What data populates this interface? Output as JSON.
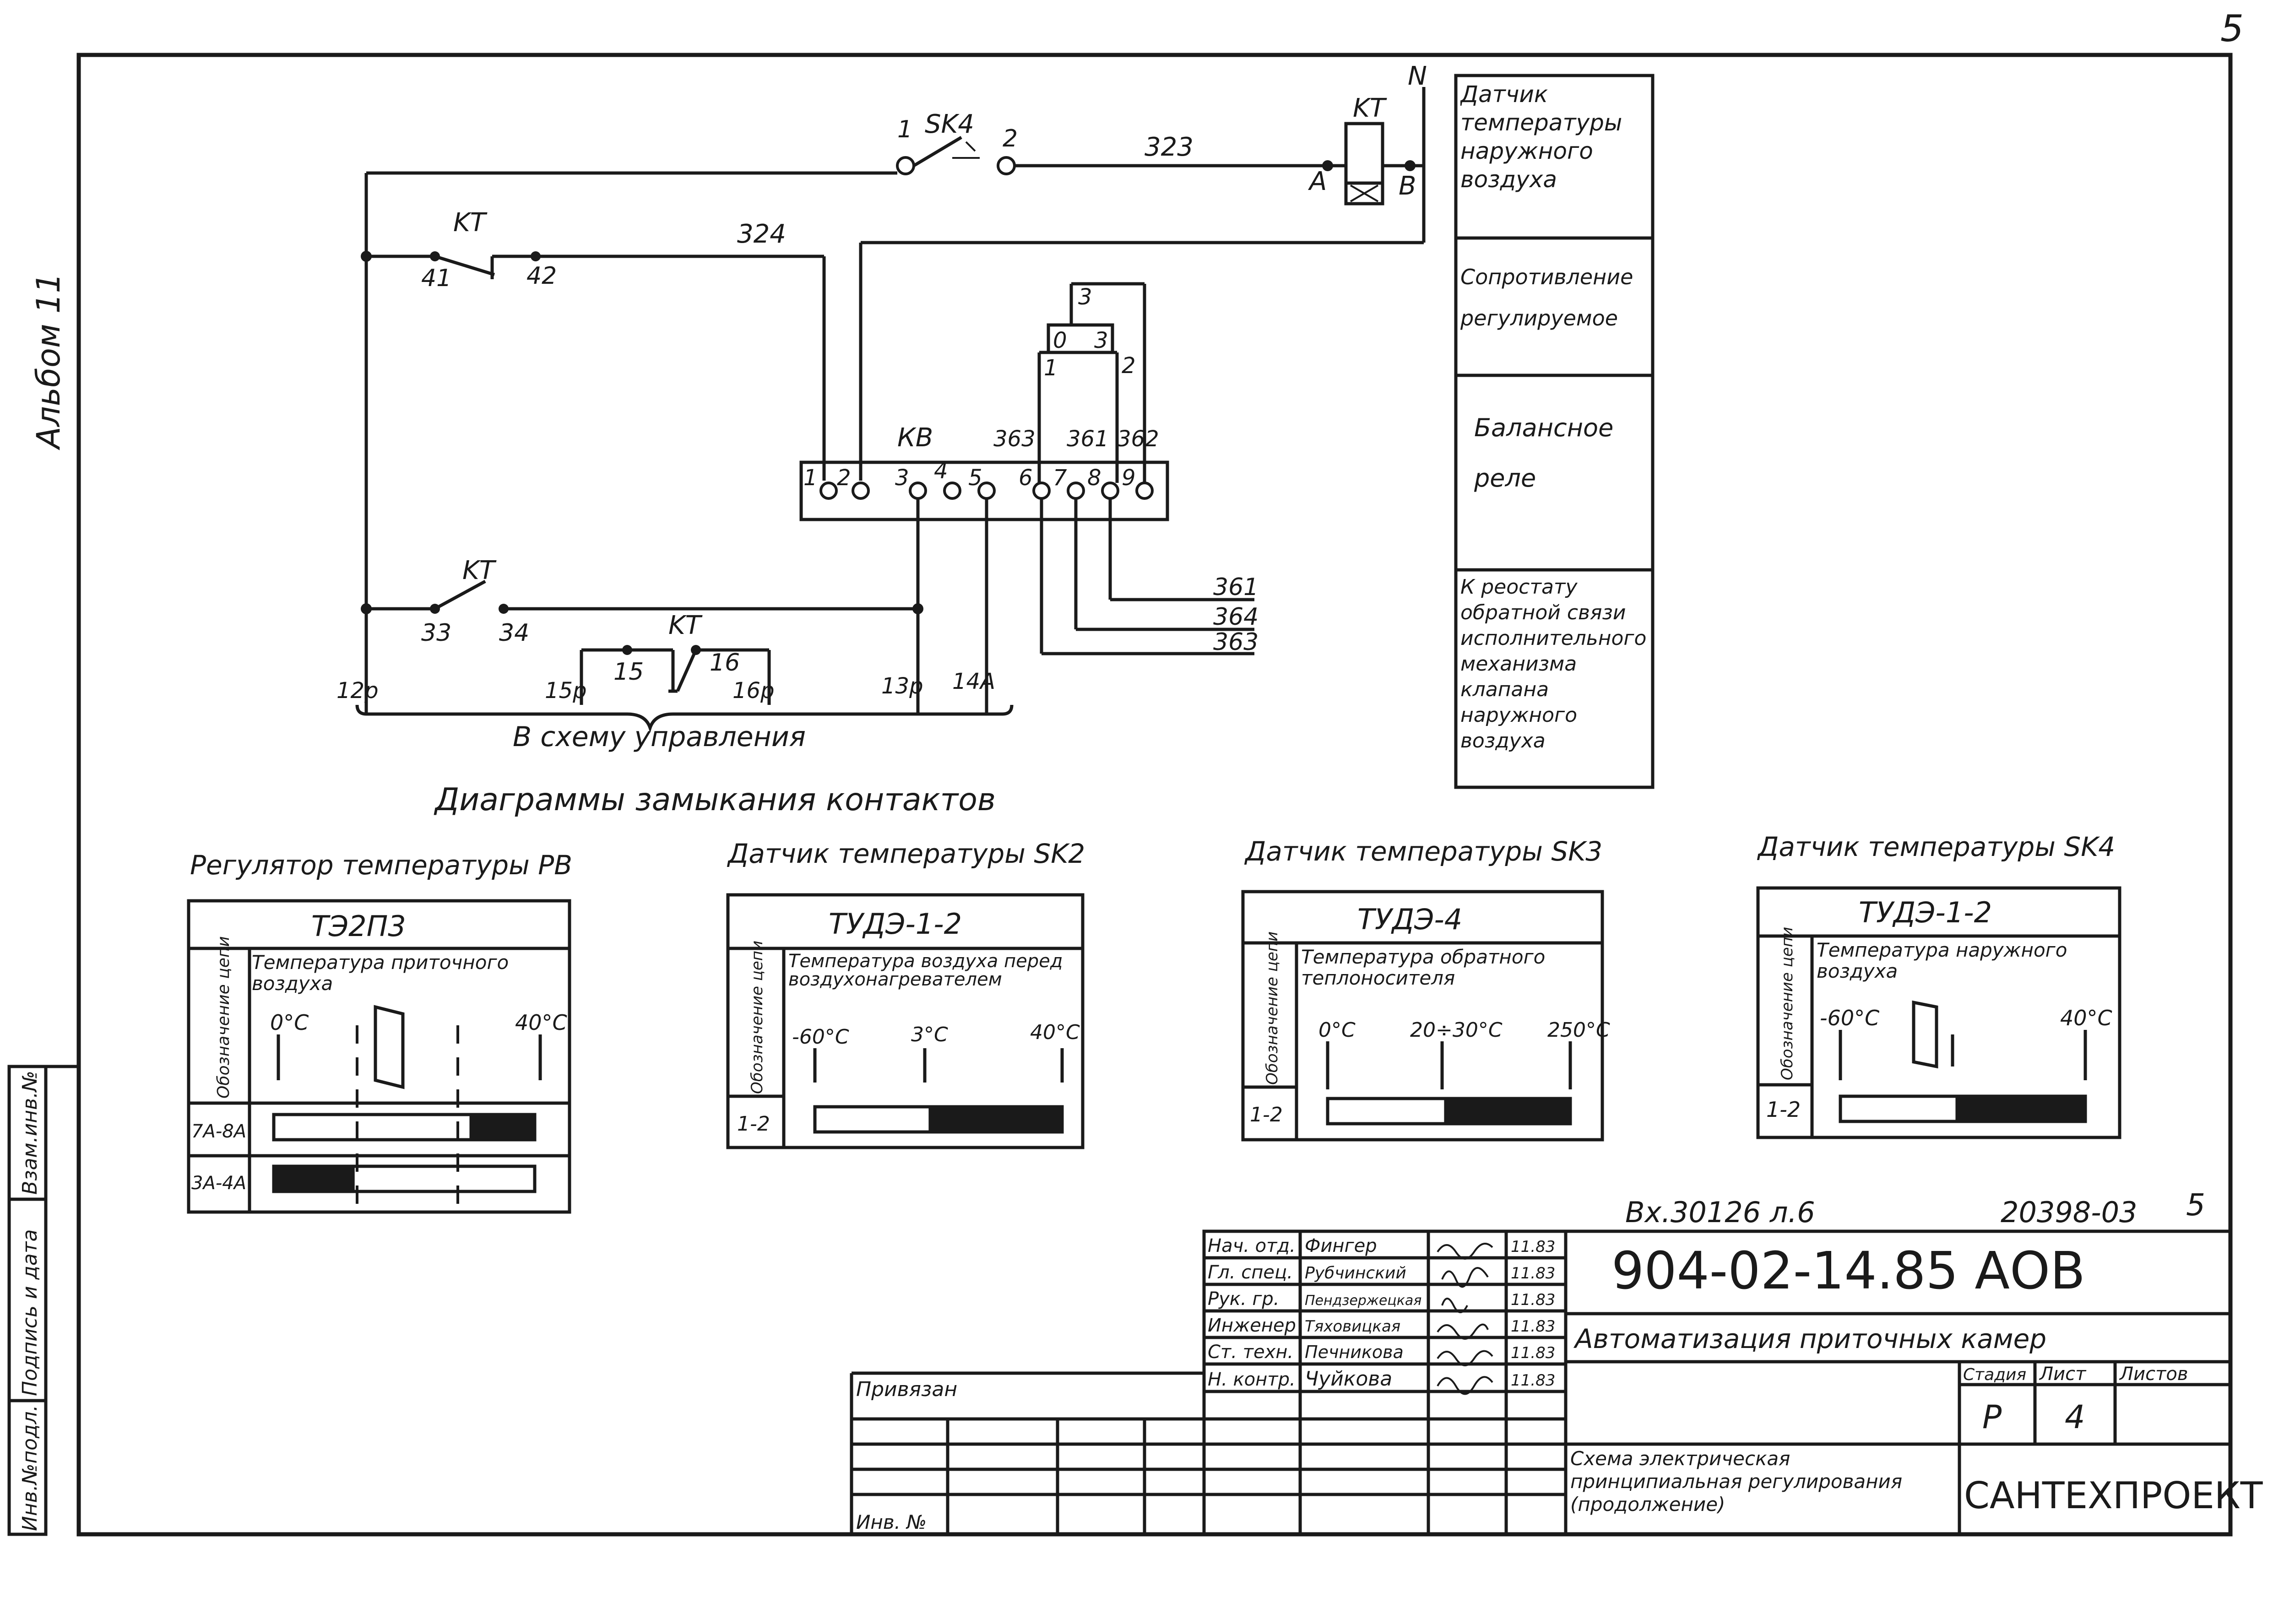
{
  "sheet": {
    "page_number": "5",
    "album": "Альбом 11",
    "archive_code": "Вх.30126 л.6",
    "order_code": "20398-03",
    "order_sheet": "5"
  },
  "left_margin": {
    "inv_podl": "Инв.№подл.",
    "signature_date": "Подпись и дата",
    "replace_inv": "Взам.инв.№"
  },
  "schematic": {
    "sk4": "SK4",
    "sk4_pin1": "1",
    "sk4_pin2": "2",
    "wire_323": "323",
    "wire_324": "324",
    "kt_coil": "KT",
    "coil_a": "A",
    "coil_b": "B",
    "neutral": "N",
    "kt_41_42": "KT",
    "pin_41": "41",
    "pin_42": "42",
    "kt_33_34": "KT",
    "pin_33": "33",
    "pin_34": "34",
    "kt_15_16": "KT",
    "pin_15": "15",
    "pin_16": "16",
    "term_15p": "15р",
    "term_16p": "16р",
    "term_12p": "12р",
    "term_13p": "13р",
    "term_14a": "14А",
    "kb": "КВ",
    "w363": "363",
    "w361": "361",
    "w362": "362",
    "kb_pins": [
      "1",
      "2",
      "3",
      "4",
      "5",
      "6",
      "7",
      "8",
      "9"
    ],
    "pot_0": "0",
    "pot_3": "3",
    "pot_w1": "1",
    "pot_w2": "2",
    "pot_w3": "3",
    "out_361": "361",
    "out_364": "364",
    "out_363": "363",
    "to_control": "В схему управления"
  },
  "legend": [
    "Датчик температуры наружного воздуха",
    "Сопротивление регулируемое",
    "Балансное реле",
    "К реостату обратной связи исполнительного механизма клапана наружного воздуха"
  ],
  "diagrams_title": "Диаграммы замыкания контактов",
  "diagrams": [
    {
      "title": "Регулятор температуры РВ",
      "device": "ТЭ2П3",
      "col_header": "Обозначение цепи",
      "param": "Температура приточного воздуха",
      "scale": [
        "0°С",
        "40°С"
      ],
      "rows": [
        {
          "circuit": "7А-8А",
          "fill": [
            0.75,
            1.0
          ]
        },
        {
          "circuit": "3А-4А",
          "fill": [
            0.0,
            0.31
          ]
        }
      ]
    },
    {
      "title": "Датчик температуры SK2",
      "device": "ТУДЭ-1-2",
      "col_header": "Обозначение цепи",
      "param": "Температура воздуха перед воздухонагревателем",
      "scale": [
        "-60°С",
        "3°С",
        "40°С"
      ],
      "rows": [
        {
          "circuit": "1-2",
          "fill": [
            0.46,
            1.0
          ]
        }
      ]
    },
    {
      "title": "Датчик температуры SK3",
      "device": "ТУДЭ-4",
      "col_header": "Обозначение цепи",
      "param": "Температура обратного теплоносителя",
      "scale": [
        "0°С",
        "20÷30°С",
        "250°С"
      ],
      "rows": [
        {
          "circuit": "1-2",
          "fill": [
            0.48,
            1.0
          ]
        }
      ]
    },
    {
      "title": "Датчик температуры SK4",
      "device": "ТУДЭ-1-2",
      "col_header": "Обозначение цепи",
      "param": "Температура наружного воздуха",
      "scale": [
        "-60°С",
        "40°С"
      ],
      "rows": [
        {
          "circuit": "1-2",
          "fill": [
            0.47,
            1.0
          ]
        }
      ]
    }
  ],
  "title_block": {
    "doc_code": "904-02-14.85 АОВ",
    "title": "Автоматизация приточных камер",
    "sheet_title": "Схема электрическая принципиальная регулирования (продолжение)",
    "org": "САНТЕХПРОЕКТ",
    "stage_label": "Стадия",
    "sheet_label": "Лист",
    "sheets_label": "Листов",
    "stage": "Р",
    "sheet": "4",
    "privyazan": "Привязан",
    "inv_no": "Инв. №",
    "staff": [
      {
        "role": "Нач. отд.",
        "name": "Фингер",
        "date": "11.83"
      },
      {
        "role": "Гл. спец.",
        "name": "Рубчинский",
        "date": "11.83"
      },
      {
        "role": "Рук. гр.",
        "name": "Пендзержецкая",
        "date": "11.83"
      },
      {
        "role": "Инженер",
        "name": "Тяховицкая",
        "date": "11.83"
      },
      {
        "role": "Ст. техн.",
        "name": "Печникова",
        "date": "11.83"
      },
      {
        "role": "Н. контр.",
        "name": "Чуйкова",
        "date": "11.83"
      }
    ]
  }
}
